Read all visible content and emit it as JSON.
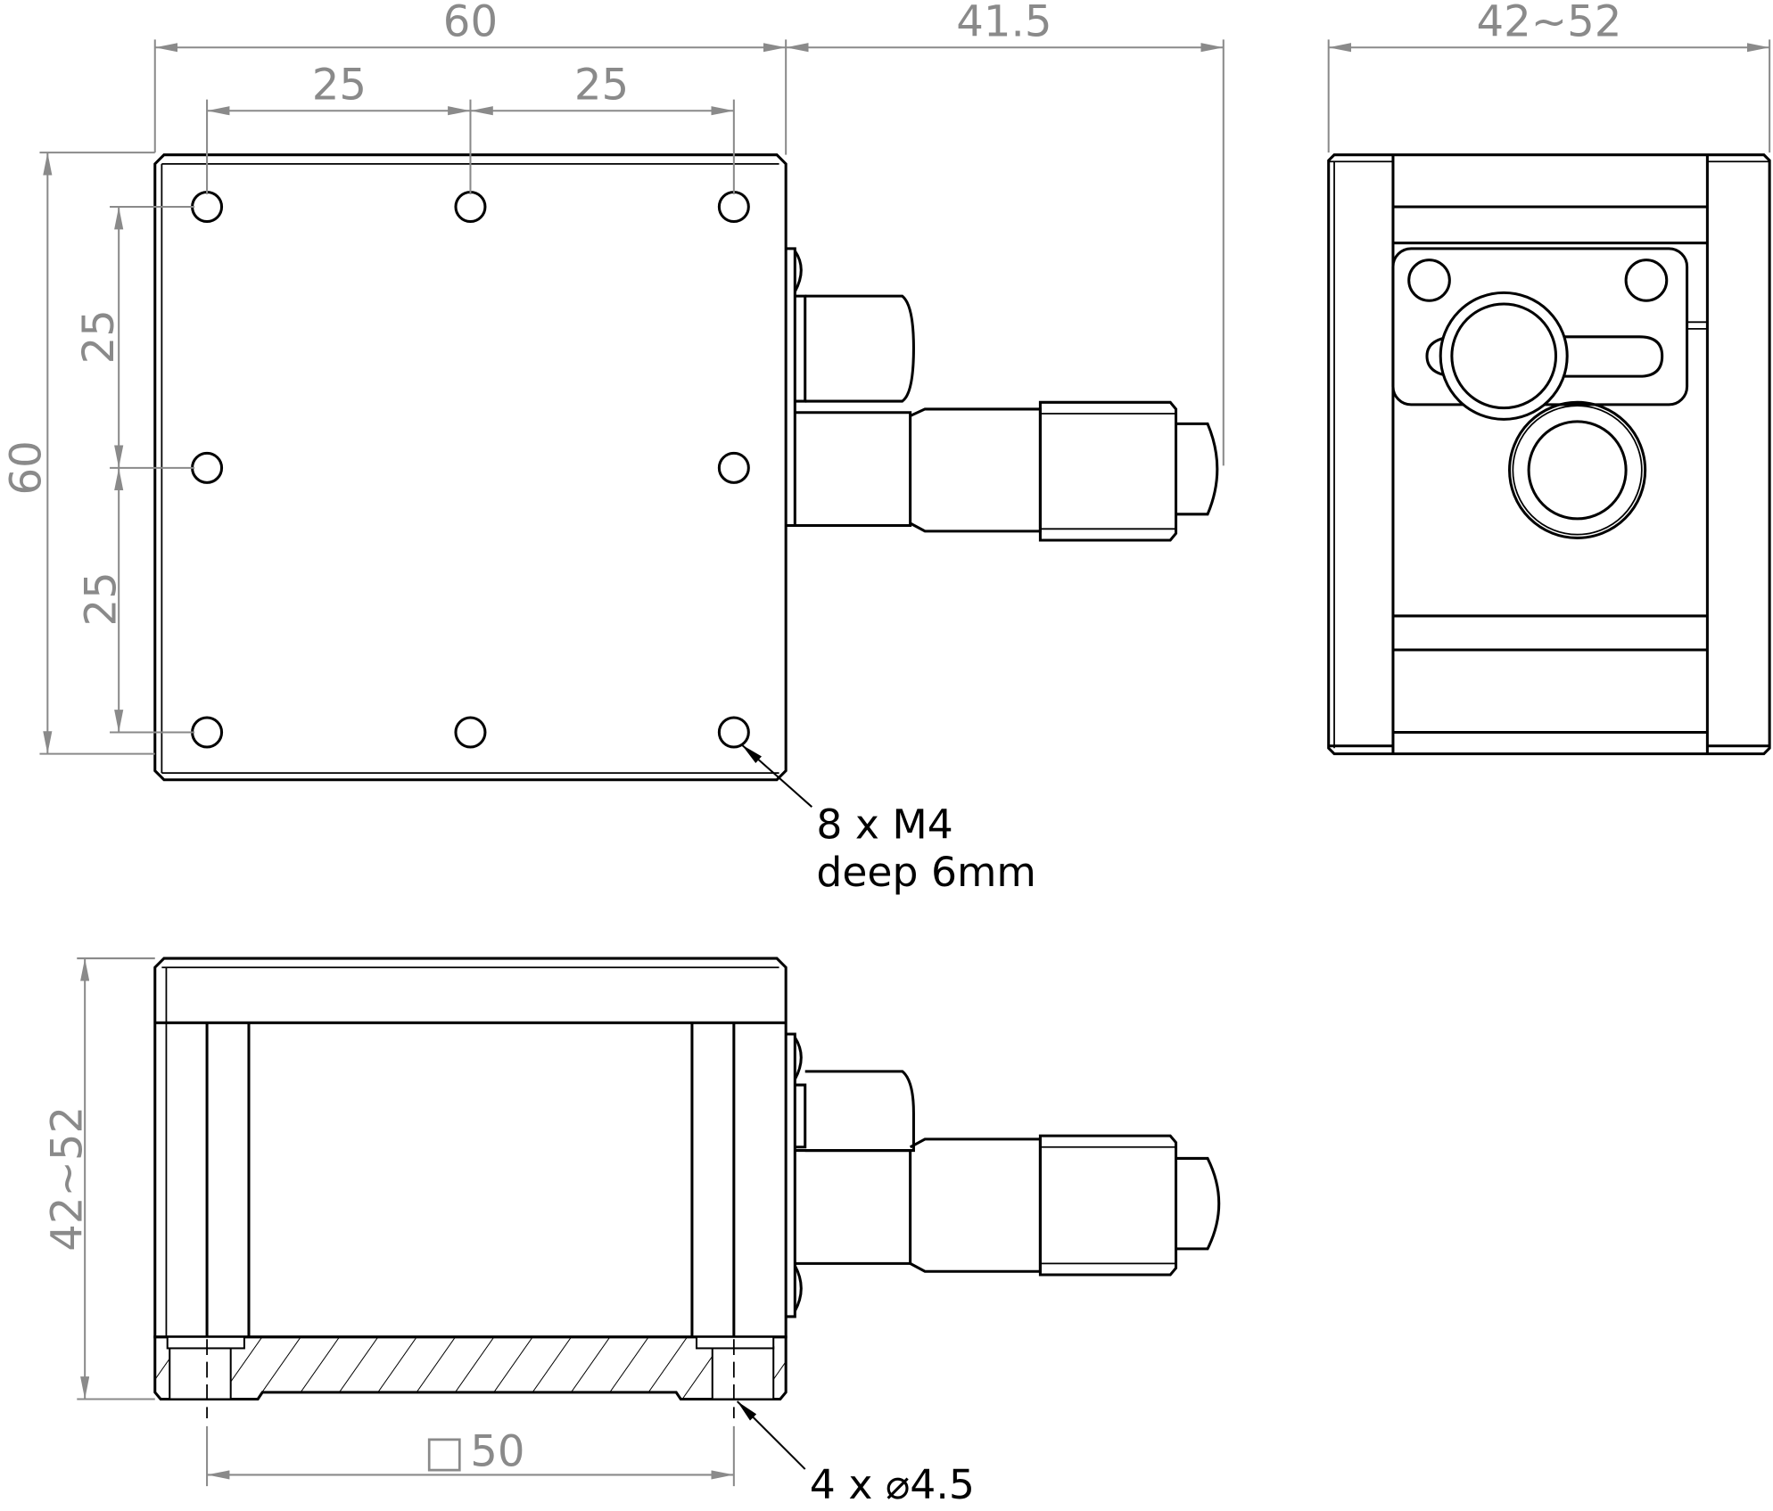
{
  "top_view": {
    "dim_width": "60",
    "dim_overhang": "41.5",
    "dim_pitch_x1": "25",
    "dim_pitch_x2": "25",
    "dim_height": "60",
    "dim_pitch_y1": "25",
    "dim_pitch_y2": "25",
    "note_line1": "8 x M4",
    "note_line2": "deep 6mm"
  },
  "side_view": {
    "dim_width": "42~52"
  },
  "front_view": {
    "dim_height": "42~52",
    "dim_square_symbol": "□",
    "dim_square": "50",
    "note_holes": "4 x ⌀4.5"
  },
  "colors": {
    "line": "#000000",
    "dimension": "#8a8a8a"
  }
}
